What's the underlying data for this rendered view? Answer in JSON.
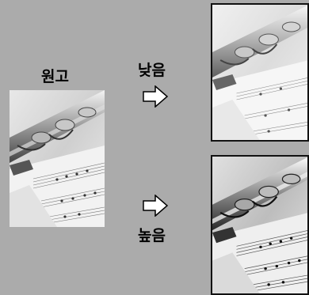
{
  "labels": {
    "original": "원고",
    "low": "낮음",
    "high": "높음"
  },
  "images": {
    "original": "sheet-music-and-flute-photo",
    "low_result": "sheet-music-and-flute-photo-low-contrast",
    "high_result": "sheet-music-and-flute-photo-high-contrast"
  },
  "icons": {
    "arrow": "right-arrow-icon"
  }
}
